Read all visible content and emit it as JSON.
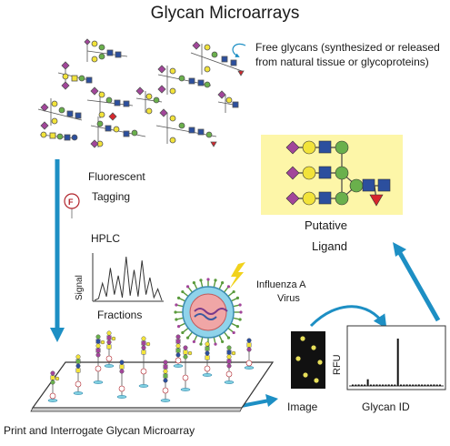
{
  "title": "Glycan Microarrays",
  "free_glycans_text": "Free glycans (synthesized or released from natural tissue or glycoproteins)",
  "tagging": {
    "line1": "Fluorescent",
    "line2": "Tagging",
    "tag_letter": "F"
  },
  "putative_ligand": {
    "line1": "Putative",
    "line2": "Ligand"
  },
  "hplc": {
    "title": "HPLC",
    "ylabel": "Signal",
    "xlabel": "Fractions"
  },
  "virus": {
    "line1": "Influenza A",
    "line2": "Virus"
  },
  "readout": {
    "image_label": "Image",
    "rfu_label": "RFU",
    "glycan_id_label": "Glycan ID"
  },
  "bottom_label": "Print and Interrogate Glycan Microarray",
  "colors": {
    "sialic_acid": "#a2459a",
    "galactose": "#f2e33a",
    "glcnac": "#2c4f9e",
    "mannose": "#6ab04c",
    "fucose": "#d7262c",
    "arrow": "#1d8fc4",
    "array_spot": "#e8e05a"
  },
  "chart_data": [
    {
      "type": "line",
      "title": "HPLC",
      "xlabel": "Fractions",
      "ylabel": "Signal",
      "x": [],
      "series": [
        {
          "values": [
            0,
            2,
            18,
            4,
            34,
            6,
            26,
            3,
            46,
            5,
            32,
            4,
            42,
            6,
            24,
            3,
            12,
            0
          ]
        }
      ],
      "grid": false
    },
    {
      "type": "bar",
      "xlabel": "Glycan ID",
      "ylabel": "RFU",
      "series": [
        {
          "values": [
            2,
            1,
            3,
            2,
            1,
            14,
            2,
            1,
            3,
            2,
            1,
            2,
            3,
            1,
            2,
            100,
            2,
            1,
            3,
            2,
            1,
            2,
            3,
            1,
            2,
            1,
            2,
            3,
            1,
            2
          ]
        }
      ],
      "grid": false
    }
  ]
}
